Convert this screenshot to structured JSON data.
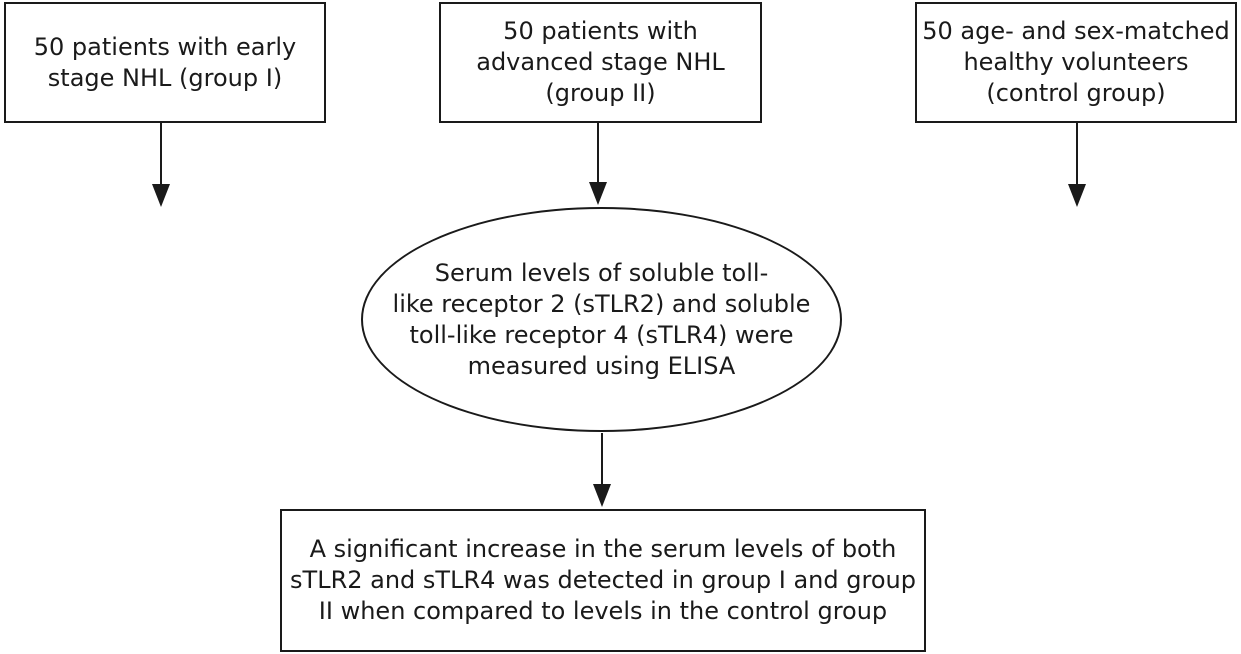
{
  "diagram": {
    "group_one_box": {
      "text": "50 patients with early\nstage NHL (group I)"
    },
    "group_two_box": {
      "text": "50 patients with\nadvanced stage NHL\n(group II)"
    },
    "control_box": {
      "text": "50 age- and sex-matched\nhealthy volunteers\n(control group)"
    },
    "measurement_ellipse": {
      "text": "Serum levels of soluble toll-\nlike receptor 2 (sTLR2) and soluble\ntoll-like receptor 4 (sTLR4) were\nmeasured using ELISA"
    },
    "result_box": {
      "text": "A significant increase in the serum levels of both\nsTLR2 and sTLR4 was detected in group I and group\nII when compared to levels in the control group"
    }
  }
}
